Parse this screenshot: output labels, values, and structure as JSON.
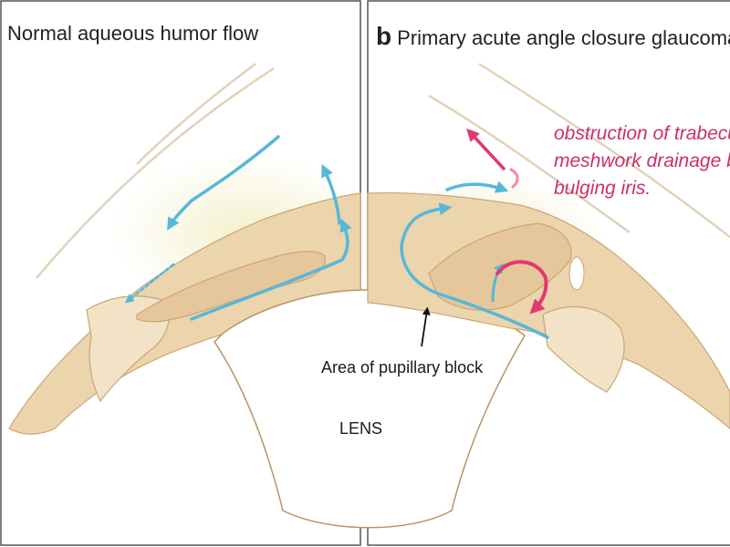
{
  "panels": {
    "left": {
      "letter": "",
      "title": "Normal aqueous humor flow"
    },
    "right": {
      "letter": "b",
      "title": "Primary acute angle closure glaucoma"
    }
  },
  "annotation": {
    "line1": "obstruction of trabecular",
    "line2": "meshwork drainage by",
    "line3": "bulging iris."
  },
  "labels": {
    "pupillary_block": "Area of pupillary block",
    "lens": "LENS"
  },
  "colors": {
    "flow_arrow": "#56b8d9",
    "obstruction_arrow": "#e03a6e",
    "annotation_text": "#cc2f6b",
    "tissue": "#ecd4ac",
    "tissue_edge": "#caa676",
    "cornea": "#d9c8a8",
    "frame": "#555555"
  }
}
